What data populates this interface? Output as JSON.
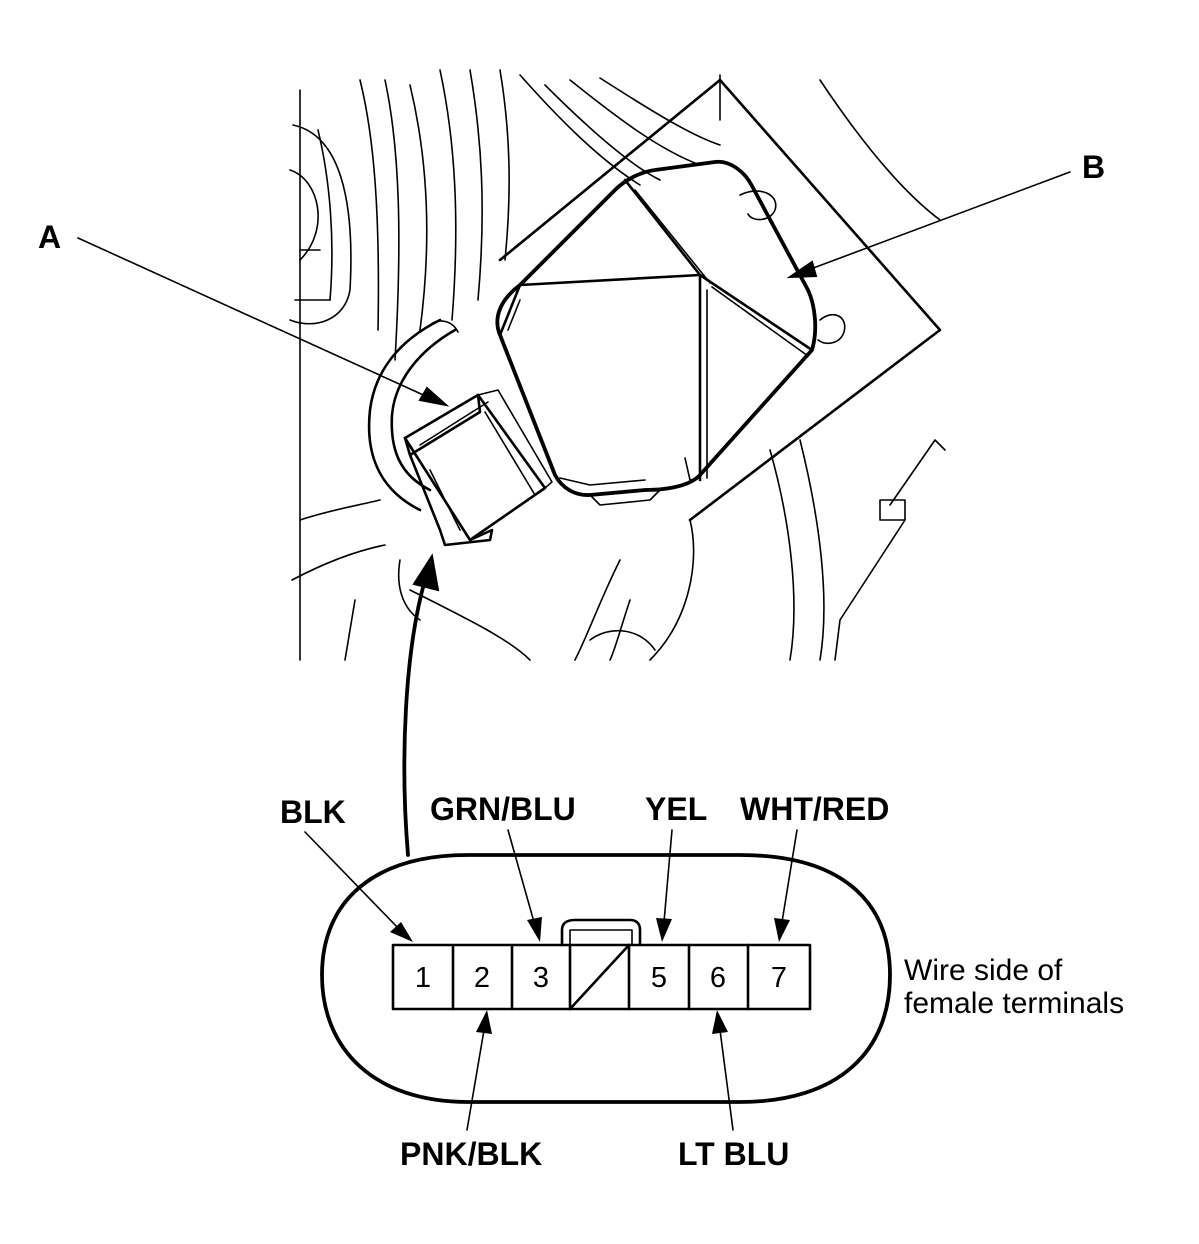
{
  "callouts": {
    "a": "A",
    "b": "B"
  },
  "connector": {
    "pins": [
      {
        "number": "1",
        "wire": "BLK"
      },
      {
        "number": "2",
        "wire": "PNK/BLK"
      },
      {
        "number": "3",
        "wire": "GRN/BLU"
      },
      {
        "number": "",
        "wire": ""
      },
      {
        "number": "5",
        "wire": "YEL"
      },
      {
        "number": "6",
        "wire": "LT BLU"
      },
      {
        "number": "7",
        "wire": "WHT/RED"
      }
    ],
    "caption_line1": "Wire side of",
    "caption_line2": "female terminals"
  }
}
